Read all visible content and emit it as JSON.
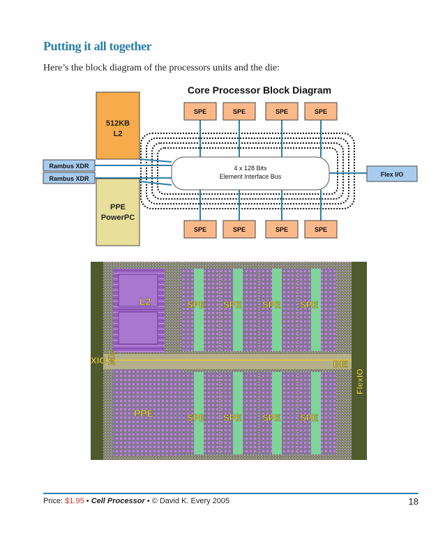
{
  "page": {
    "heading": "Putting it all together",
    "intro": "Here’s the block diagram of the processors units and the die:"
  },
  "diagram": {
    "title": "Core Processor Block Diagram",
    "l2": {
      "line1": "512KB",
      "line2": "L2"
    },
    "ppe": {
      "line1": "PPE",
      "line2": "PowerPC"
    },
    "bus": {
      "line1": "4 x 128 Bits",
      "line2": "Element Interface Bus"
    },
    "rambus_top": "Rambus XDR",
    "rambus_bottom": "Rambus XDR",
    "flex_io": "Flex I/O",
    "spe_top": [
      "SPE",
      "SPE",
      "SPE",
      "SPE"
    ],
    "spe_bottom": [
      "SPE",
      "SPE",
      "SPE",
      "SPE"
    ],
    "colors": {
      "spe": "#fbb98a",
      "l2": "#f8ab4a",
      "ppe": "#e8df9a",
      "io": "#a8ccf0",
      "link": "#2a7fa8"
    }
  },
  "die": {
    "labels": {
      "l2": "L2",
      "spe_top": [
        "SPE",
        "SPE",
        "SPE",
        "SPE"
      ],
      "spe_bottom": [
        "SPE",
        "SPE",
        "SPE",
        "SPE"
      ],
      "xio": "XIO",
      "mic": "MIC",
      "ppe": "PPE",
      "bei": "BEI",
      "flexio": "FlexIO"
    }
  },
  "footer": {
    "price_label": "Price: ",
    "price_value": "$1.95",
    "separator1": " • ",
    "title": "Cell Processor",
    "separator2": " • ",
    "copyright": "© David K. Every 2005",
    "page_number": "18"
  }
}
